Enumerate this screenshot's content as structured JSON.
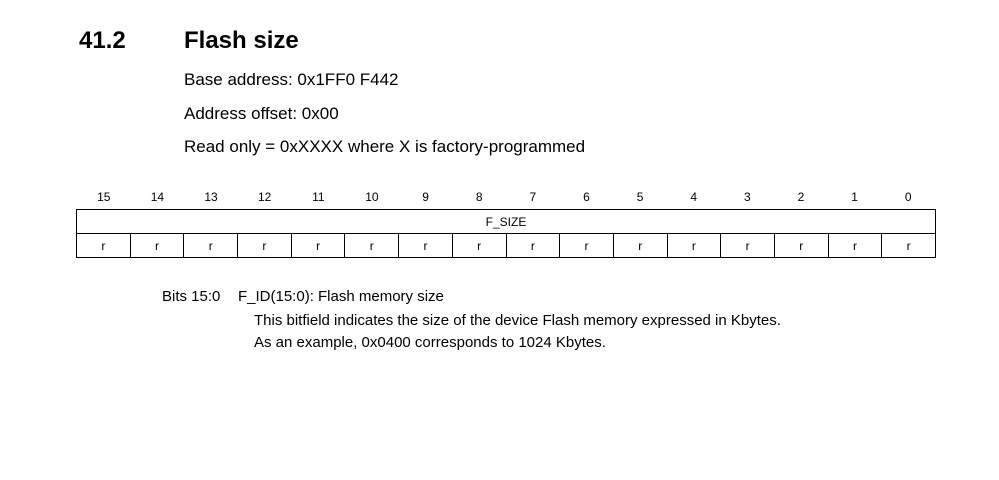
{
  "section": {
    "number": "41.2",
    "title": "Flash size"
  },
  "info": {
    "base_address": "Base address: 0x1FF0 F442",
    "address_offset": "Address offset: 0x00",
    "access": "Read only = 0xXXXX where X is factory-programmed"
  },
  "register": {
    "bit_numbers": [
      "15",
      "14",
      "13",
      "12",
      "11",
      "10",
      "9",
      "8",
      "7",
      "6",
      "5",
      "4",
      "3",
      "2",
      "1",
      "0"
    ],
    "field_name": "F_SIZE",
    "access_types": [
      "r",
      "r",
      "r",
      "r",
      "r",
      "r",
      "r",
      "r",
      "r",
      "r",
      "r",
      "r",
      "r",
      "r",
      "r",
      "r"
    ]
  },
  "description": {
    "bits_range": "Bits 15:0",
    "field_title": "F_ID(15:0): Flash memory size",
    "line1": "This bitfield indicates the size of the device Flash memory expressed in Kbytes.",
    "line2": "As an example, 0x0400 corresponds to 1024 Kbytes."
  }
}
